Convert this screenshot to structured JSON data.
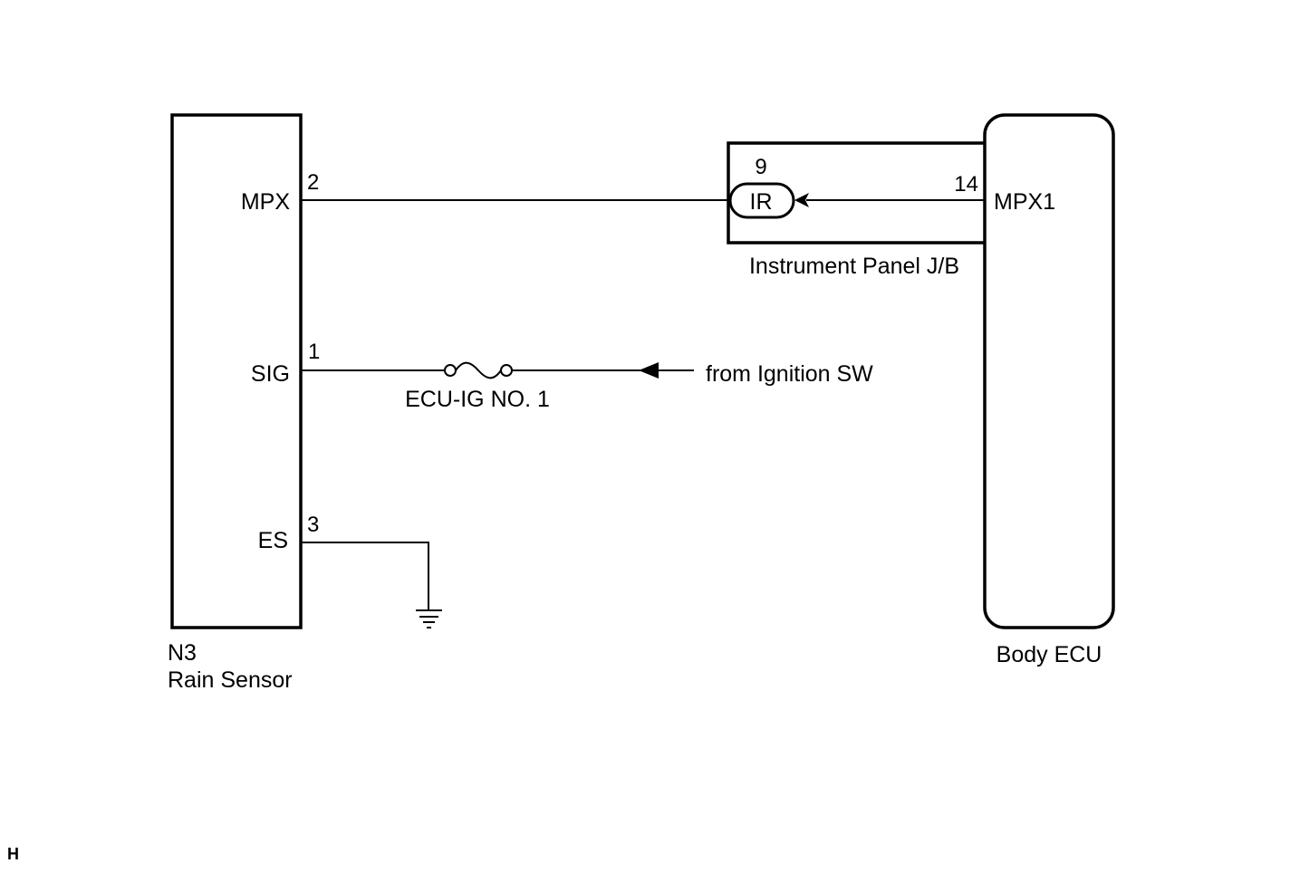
{
  "rain_sensor": {
    "connector": "N3",
    "name": "Rain Sensor",
    "terminals": [
      {
        "pin": "2",
        "name": "MPX"
      },
      {
        "pin": "1",
        "name": "SIG"
      },
      {
        "pin": "3",
        "name": "ES"
      }
    ]
  },
  "junction_block": {
    "name": "Instrument Panel J/B",
    "connector_code": "IR",
    "pin_sensor_side": "9",
    "pin_ecu_side": "14"
  },
  "body_ecu": {
    "name": "Body ECU",
    "terminal": "MPX1"
  },
  "fuse": {
    "name": "ECU-IG NO. 1"
  },
  "ignition": {
    "label": "from Ignition SW"
  },
  "corner_mark": "H"
}
